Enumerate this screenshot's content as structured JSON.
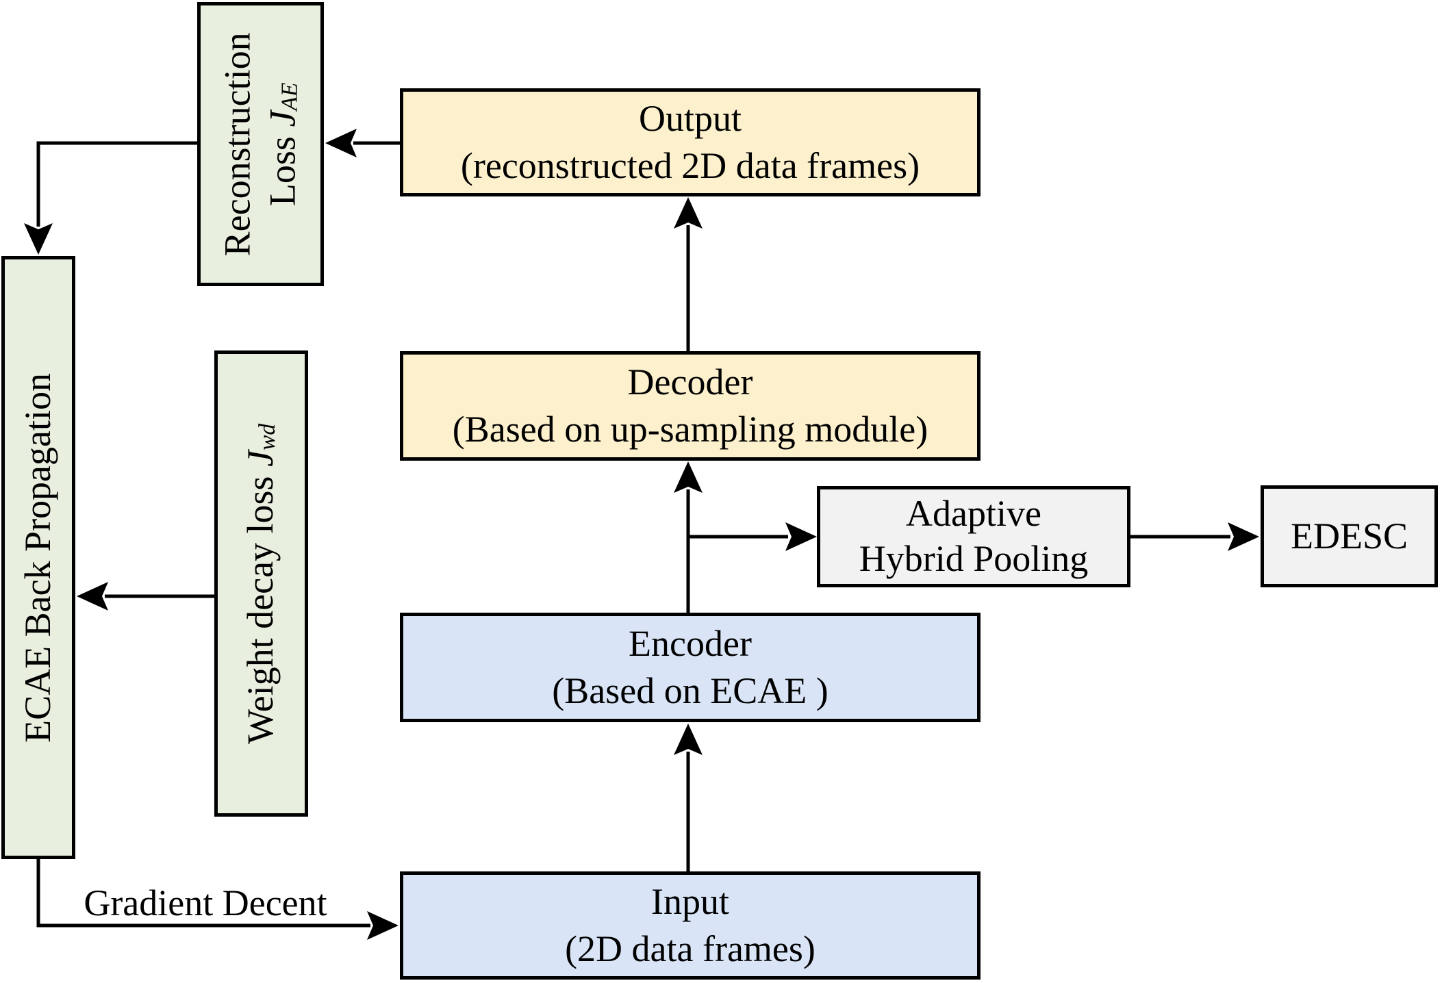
{
  "colors": {
    "cream": "#fcf0cd",
    "green": "#e9efdf",
    "blue": "#d9e5f7",
    "gray": "#f2f2f2",
    "line": "#000000"
  },
  "boxes": {
    "output": {
      "line1": "Output",
      "line2": "(reconstructed 2D data frames)"
    },
    "decoder": {
      "line1": "Decoder",
      "line2": "(Based on up-sampling module)"
    },
    "encoder": {
      "line1": "Encoder",
      "line2": "(Based on ECAE )"
    },
    "input": {
      "line1": "Input",
      "line2": "(2D data frames)"
    },
    "adaptive_hybrid_pooling": {
      "line1": "Adaptive",
      "line2": "Hybrid Pooling"
    },
    "edesc": {
      "label": "EDESC"
    },
    "reconstruction_loss": {
      "line1": "Reconstruction",
      "line2_prefix": "Loss ",
      "loss_symbol": "J",
      "loss_subscript": "AE"
    },
    "ecae_back_propagation": {
      "label": "ECAE Back Propagation"
    },
    "weight_decay_loss": {
      "prefix": "Weight decay loss ",
      "loss_symbol": "J",
      "loss_subscript": "wd"
    }
  },
  "labels": {
    "gradient_descent": "Gradient Decent"
  }
}
